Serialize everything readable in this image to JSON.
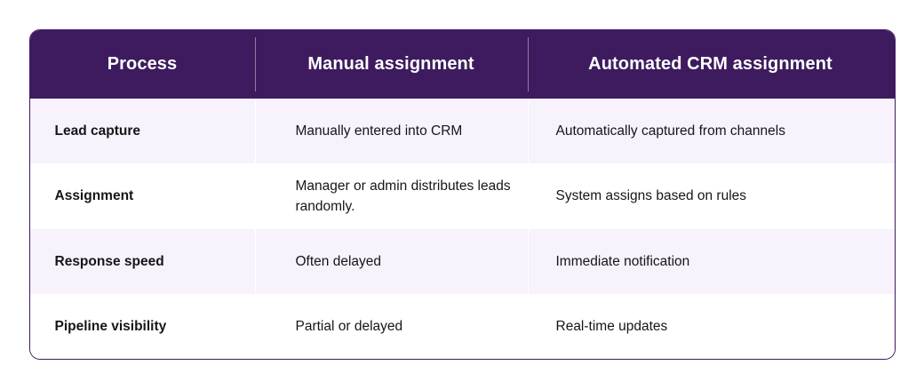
{
  "table": {
    "columns": [
      {
        "key": "process",
        "label": "Process"
      },
      {
        "key": "manual",
        "label": "Manual assignment"
      },
      {
        "key": "automated",
        "label": "Automated CRM assignment"
      }
    ],
    "rows": [
      {
        "process": "Lead capture",
        "manual": "Manually entered into CRM",
        "automated": "Automatically captured from channels",
        "shading": "shaded"
      },
      {
        "process": "Assignment",
        "manual": "Manager or admin distributes leads randomly.",
        "automated": "System assigns based on rules",
        "shading": "plain"
      },
      {
        "process": "Response speed",
        "manual": "Often delayed",
        "automated": "Immediate notification",
        "shading": "shaded"
      },
      {
        "process": "Pipeline visibility",
        "manual": "Partial or delayed",
        "automated": "Real-time updates",
        "shading": "plain"
      }
    ]
  },
  "colors": {
    "header_background": "#3E1B5E",
    "header_text": "#FFFFFF",
    "row_shaded_background": "#F7F2FB",
    "row_plain_background": "#FFFFFF",
    "body_text": "#16151A",
    "border": "#3E1B5E",
    "page_background": "#FFFFFF"
  }
}
